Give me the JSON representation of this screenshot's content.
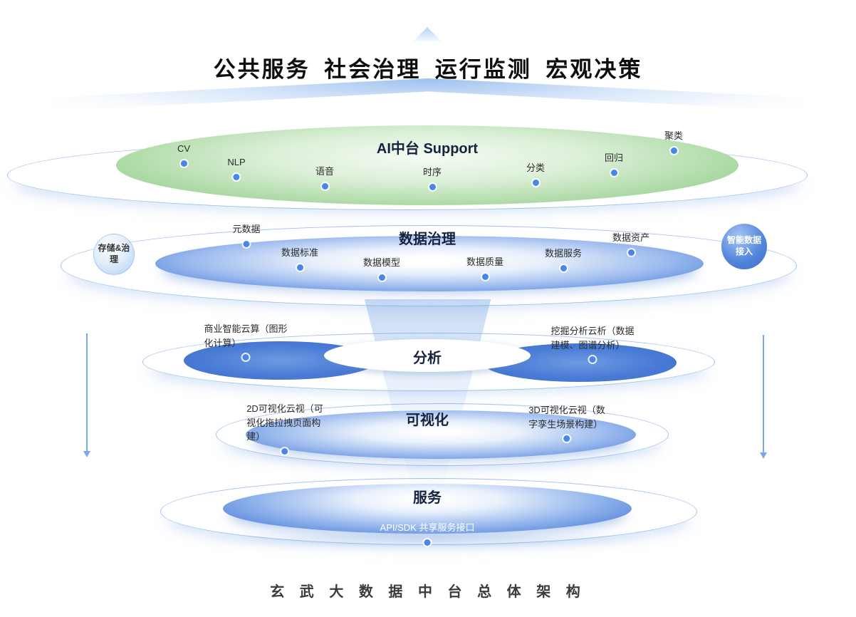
{
  "titles": {
    "top": "公共服务  社会治理  运行监测  宏观决策",
    "bottom": "玄 武 大 数 据 中 台 总 体 架 构"
  },
  "ai": {
    "title": "AI中台 Support",
    "nodes": [
      "CV",
      "NLP",
      "语音",
      "时序",
      "分类",
      "回归",
      "聚类"
    ]
  },
  "governance": {
    "title": "数据治理",
    "nodes": [
      "元数据",
      "数据标准",
      "数据模型",
      "数据质量",
      "数据服务",
      "数据资产"
    ],
    "left_badge": "存储&治理",
    "right_badge": "智能数据接入"
  },
  "analysis": {
    "title": "分析",
    "left": "商业智能云算（图形\n化计算）",
    "right": "挖掘分析云析（数据\n建模、图谱分析）"
  },
  "visualization": {
    "title": "可视化",
    "left": "2D可视化云视（可\n视化拖拉拽页面构\n建）",
    "right": "3D可视化云视（数\n字孪生场景构建）"
  },
  "service": {
    "title": "服务",
    "api": "API/SDK 共享服务接口"
  },
  "colors": {
    "node_dot": "#4a86e8",
    "ring_outline": "#6fa3e3",
    "green_layer": "#8cc787",
    "blue_layer": "#3b6ecb"
  }
}
